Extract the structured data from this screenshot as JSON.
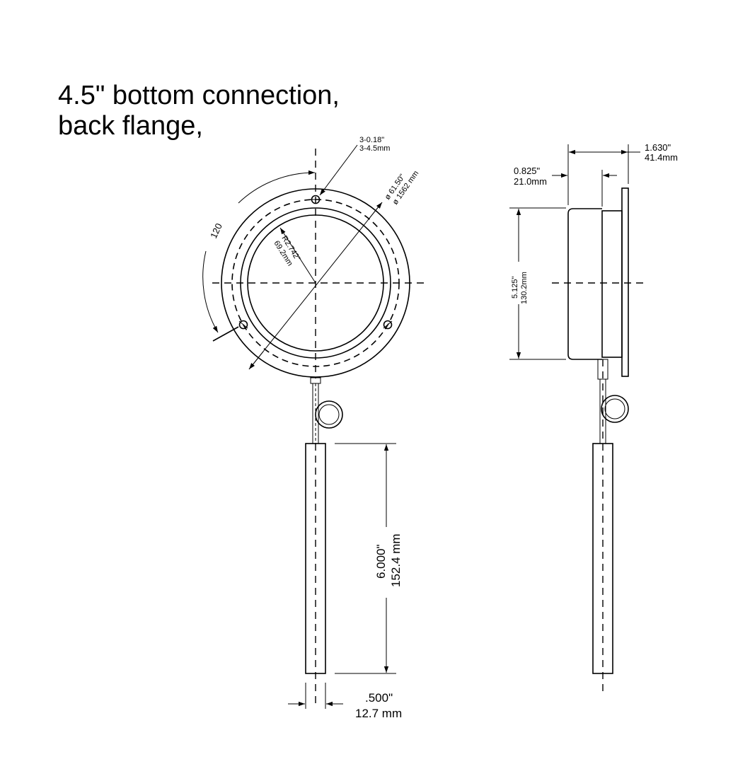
{
  "title": {
    "line1": "4.5\" bottom connection,",
    "line2": "back flange,"
  },
  "front_view": {
    "hole_callout_in": "3-0.18\"",
    "hole_callout_mm": "3-4.5mm",
    "bolt_circle_in": "ø 61.50\"",
    "bolt_circle_mm": "ø 1562 mm",
    "angle_label": "120",
    "radius_in": "R2.742\"",
    "radius_mm": "69.2mm",
    "probe_length_in": "6.000\"",
    "probe_length_mm": "152.4 mm",
    "probe_diameter_in": ".500\"",
    "probe_diameter_mm": "12.7 mm"
  },
  "side_view": {
    "overall_depth_in": "1.630\"",
    "overall_depth_mm": "41.4mm",
    "case_depth_in": "0.825\"",
    "case_depth_mm": "21.0mm",
    "height_in": "5.125\"",
    "height_mm": "130.2mm"
  }
}
